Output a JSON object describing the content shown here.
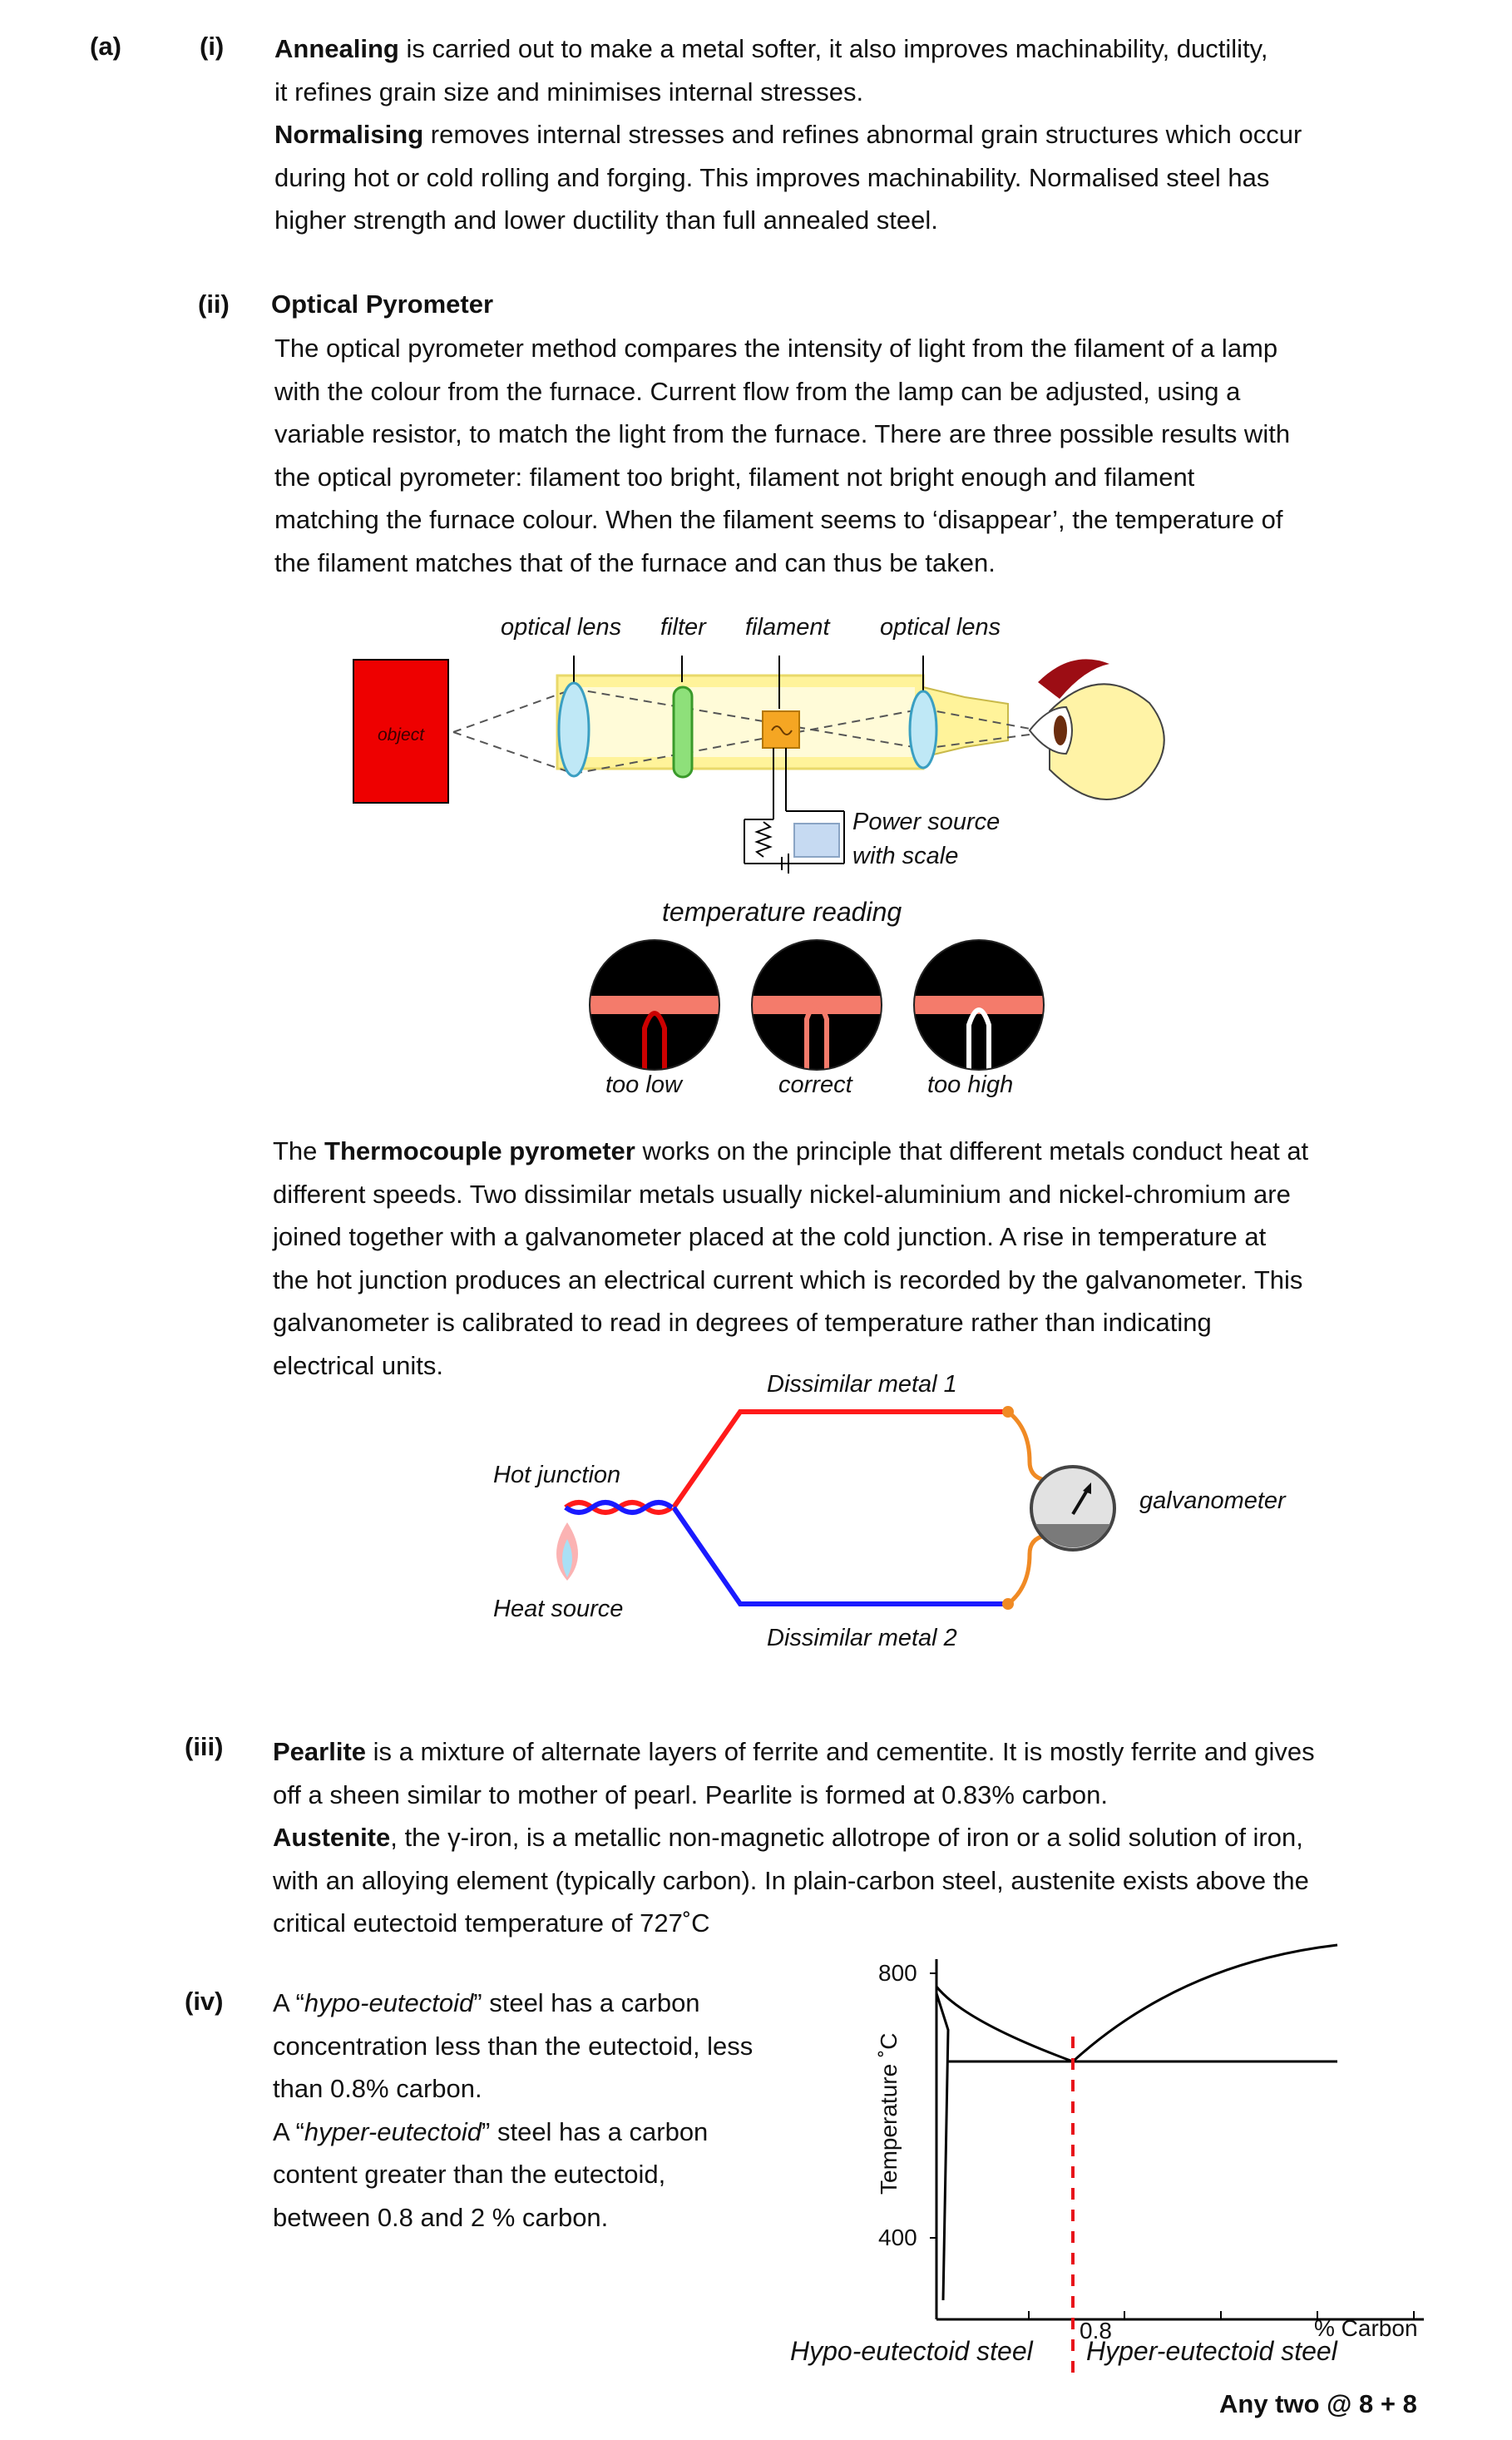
{
  "labels": {
    "a": "(a)",
    "i": "(i)",
    "ii": "(ii)",
    "iii": "(iii)",
    "iv": "(iv)"
  },
  "section_i": {
    "annealing_term": "Annealing",
    "annealing_text_1": " is carried out to make a metal softer, it also improves machinability, ductility,",
    "annealing_text_2": "it refines grain size and minimises internal stresses.",
    "normalising_term": "Normalising",
    "normalising_text_1": " removes internal stresses and refines abnormal grain structures which occur",
    "normalising_text_2": "during hot or cold rolling and forging. This improves machinability. Normalised steel has",
    "normalising_text_3": "higher strength and lower ductility than full annealed steel."
  },
  "section_ii": {
    "heading": "Optical Pyrometer",
    "optical_lines": [
      "The optical pyrometer method compares the intensity of light from the filament of a lamp",
      "with the colour from the furnace. Current flow from the lamp can be adjusted, using a",
      "variable resistor, to match the light from the furnace.  There are three possible results with",
      "the optical pyrometer: filament too bright, filament not bright enough and filament",
      "matching the furnace colour. When the filament seems to ‘disappear’, the temperature of",
      "the filament matches that of the furnace and can thus be taken."
    ],
    "pyrometer_diagram": {
      "label_optical_lens_left": "optical lens",
      "label_filter": "filter",
      "label_filament": "filament",
      "label_optical_lens_right": "optical lens",
      "label_object": "object",
      "label_power_1": "Power source",
      "label_power_2": "with scale",
      "label_temperature_reading": "temperature reading",
      "label_too_low": "too low",
      "label_correct": "correct",
      "label_too_high": "too high",
      "colors": {
        "object": "#ee0000",
        "tube": "#fff39a",
        "lens": "#bfe8f6",
        "filter": "#8ee07a",
        "filament_box": "#f5a623",
        "stripe": "#f47b6b"
      }
    },
    "thermo_intro": "The ",
    "thermo_term": "Thermocouple pyrometer",
    "thermo_text_1": " works on the principle that different metals conduct heat at",
    "thermo_lines": [
      "different speeds. Two dissimilar metals usually nickel-aluminium and nickel-chromium are",
      "joined together with a galvanometer placed at the cold junction.  A rise in temperature at",
      "the hot junction produces an electrical current which is recorded by the galvanometer. This",
      "galvanometer is calibrated to read in degrees of temperature rather than indicating",
      "electrical units."
    ],
    "thermo_diagram": {
      "label_metal_1": "Dissimilar metal 1",
      "label_metal_2": "Dissimilar metal 2",
      "label_hot_junction": "Hot junction",
      "label_heat_source": "Heat source",
      "label_galvanometer": "galvanometer",
      "colors": {
        "metal_1": "#ff1a1a",
        "metal_2": "#1a1aff",
        "leads": "#f08a24"
      }
    }
  },
  "section_iii": {
    "pearlite_term": "Pearlite",
    "pearlite_text_1": " is a mixture of alternate layers of ferrite and cementite. It is mostly ferrite and gives",
    "pearlite_text_2": "off a sheen similar to mother of pearl. Pearlite is formed at 0.83% carbon.",
    "austenite_term": "Austenite",
    "austenite_text_1": ", the γ-iron, is a metallic non-magnetic allotrope of iron or a solid solution of iron,",
    "austenite_text_2": "with an alloying element (typically carbon). In plain-carbon steel, austenite exists above the",
    "austenite_text_3": "critical eutectoid temperature of 727˚C"
  },
  "section_iv": {
    "hypo_prefix": "A “",
    "hypo_term": "hypo-eutectoid",
    "hypo_suffix": "” steel has a carbon",
    "hypo_line_2": "concentration less than the eutectoid, less",
    "hypo_line_3": "than 0.8% carbon.",
    "hyper_prefix": "A “",
    "hyper_term": "hyper-eutectoid",
    "hyper_suffix": "” steel has a carbon",
    "hyper_line_2": "content greater than the eutectoid,",
    "hyper_line_3": "between 0.8 and 2 % carbon.",
    "graph": {
      "label_800": "800",
      "label_400": "400",
      "ylabel": "Temperature ˚C",
      "label_0_8": "0.8",
      "xlabel": "% Carbon",
      "label_hypo": "Hypo-eutectoid steel",
      "label_hyper": "Hyper-eutectoid steel",
      "colors": {
        "dashed": "#e8141a"
      }
    }
  },
  "footer": {
    "marks": "Any two @ 8 + 8"
  }
}
